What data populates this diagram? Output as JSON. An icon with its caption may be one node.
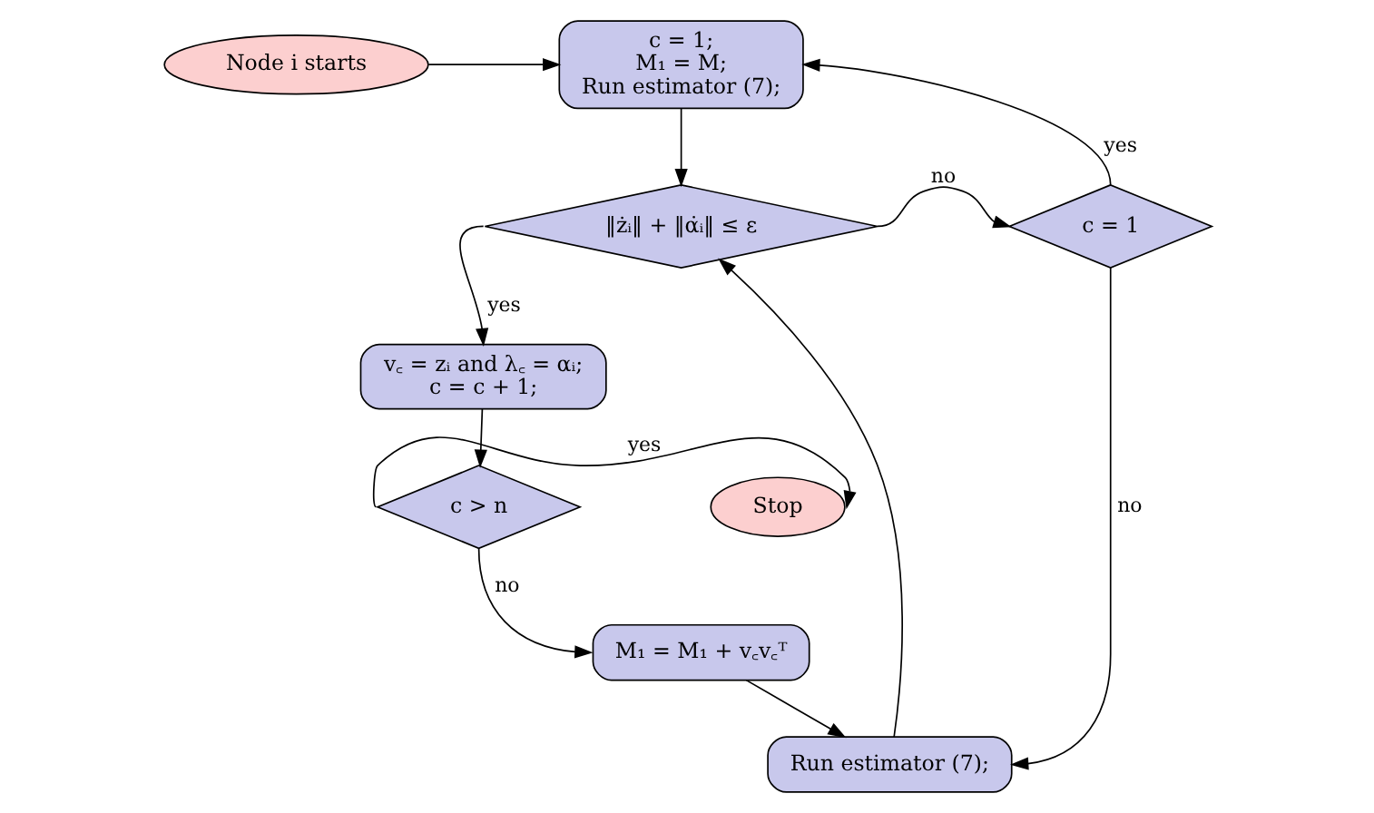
{
  "diagram": {
    "nodes": [
      {
        "text": [
          "Node i starts"
        ]
      },
      {
        "text": [
          "c = 1; M₁ = M; Run estimator (7);"
        ]
      },
      {
        "text": [
          "‖żᵢ‖ + ‖α̇ᵢ‖ ≤ ε"
        ]
      },
      {
        "text": [
          "c = 1"
        ]
      },
      {
        "text": [
          "v꜀ = zᵢ and λ꜀ = αᵢ; c = c + 1;"
        ]
      },
      {
        "text": [
          "c > n"
        ]
      },
      {
        "text": [
          "Stop"
        ]
      },
      {
        "text": [
          "Run estimator (7);"
        ]
      },
      {
        "text": [
          "M₁ = M₁ + v꜀v꜀ᵀ"
        ]
      }
    ],
    "edges": [
      {
        "from": 0,
        "to": 1,
        "arrow": "to"
      },
      {
        "from": 1,
        "to": 2,
        "arrow": "to"
      },
      {
        "from": 2,
        "to": 4,
        "arrow": "to",
        "label": "yes"
      },
      {
        "from": 2,
        "to": 3,
        "arrow": "to",
        "label": "no"
      },
      {
        "from": 3,
        "to": 1,
        "arrow": "to",
        "label": "yes"
      },
      {
        "from": 3,
        "to": 7,
        "arrow": "to",
        "label": "no"
      },
      {
        "from": 4,
        "to": 5,
        "arrow": "to"
      },
      {
        "from": 5,
        "to": 6,
        "arrow": "to",
        "label": "yes"
      },
      {
        "from": 5,
        "to": 8,
        "arrow": "to",
        "label": "no"
      },
      {
        "from": 8,
        "to": 7,
        "arrow": "to"
      },
      {
        "from": 7,
        "to": 2,
        "arrow": "to"
      }
    ]
  }
}
